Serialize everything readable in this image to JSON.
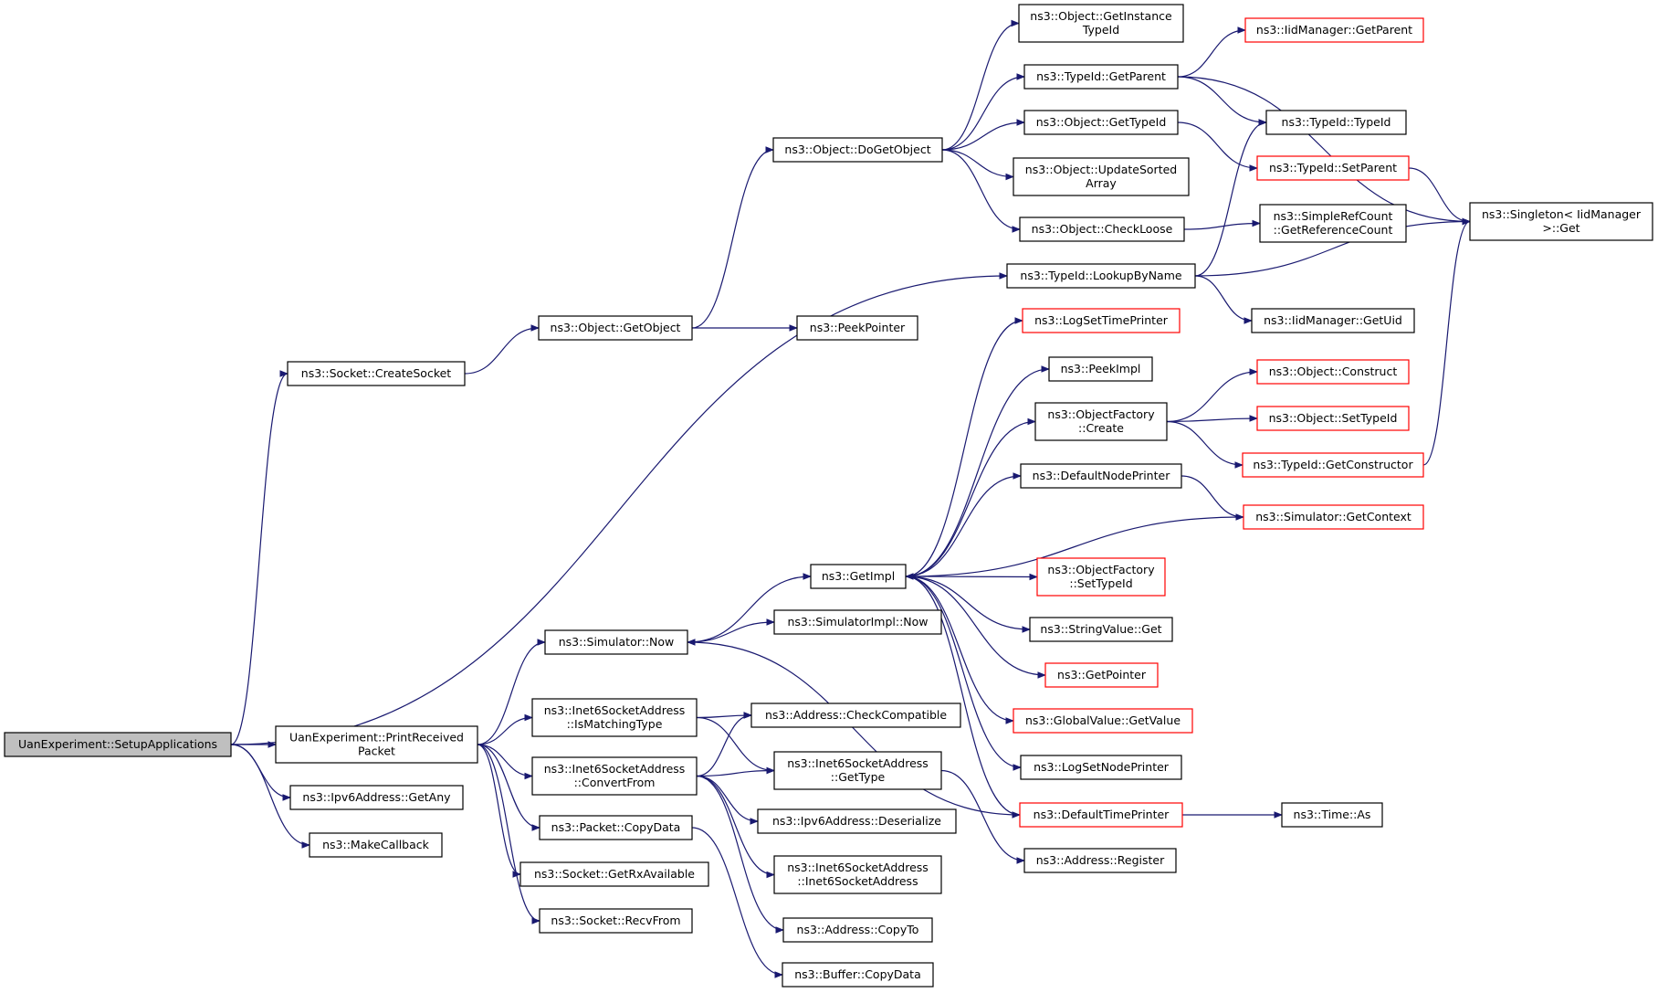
{
  "colors": {
    "edge": "#191970",
    "node_border": "#000000",
    "node_border_truncated": "#ff0000",
    "root_fill": "#bfbfbf",
    "node_fill": "#ffffff"
  },
  "nodes": [
    {
      "id": "root",
      "lines": [
        "UanExperiment::SetupApplications"
      ],
      "root": true
    },
    {
      "id": "createSocket",
      "lines": [
        "ns3::Socket::CreateSocket"
      ]
    },
    {
      "id": "getObject",
      "lines": [
        "ns3::Object::GetObject"
      ]
    },
    {
      "id": "peekPointer",
      "lines": [
        "ns3::PeekPointer"
      ]
    },
    {
      "id": "doGetObject",
      "lines": [
        "ns3::Object::DoGetObject"
      ]
    },
    {
      "id": "getInstanceTypeId",
      "lines": [
        "ns3::Object::GetInstance",
        "TypeId"
      ]
    },
    {
      "id": "typeIdGetParent",
      "lines": [
        "ns3::TypeId::GetParent"
      ]
    },
    {
      "id": "iidGetParent",
      "lines": [
        "ns3::IidManager::GetParent"
      ],
      "truncated": true
    },
    {
      "id": "getTypeId",
      "lines": [
        "ns3::Object::GetTypeId"
      ]
    },
    {
      "id": "typeIdTypeId",
      "lines": [
        "ns3::TypeId::TypeId"
      ]
    },
    {
      "id": "setParent",
      "lines": [
        "ns3::TypeId::SetParent"
      ],
      "truncated": true
    },
    {
      "id": "updateSorted",
      "lines": [
        "ns3::Object::UpdateSorted",
        "Array"
      ]
    },
    {
      "id": "checkLoose",
      "lines": [
        "ns3::Object::CheckLoose"
      ]
    },
    {
      "id": "getRefCount",
      "lines": [
        "ns3::SimpleRefCount",
        "::GetReferenceCount"
      ]
    },
    {
      "id": "singletonGet",
      "lines": [
        "ns3::Singleton< IidManager",
        ">::Get"
      ]
    },
    {
      "id": "lookupByName",
      "lines": [
        "ns3::TypeId::LookupByName"
      ]
    },
    {
      "id": "getUid",
      "lines": [
        "ns3::IidManager::GetUid"
      ]
    },
    {
      "id": "logSetTimePrinter",
      "lines": [
        "ns3::LogSetTimePrinter"
      ],
      "truncated": true
    },
    {
      "id": "peekImpl",
      "lines": [
        "ns3::PeekImpl"
      ]
    },
    {
      "id": "objFactoryCreate",
      "lines": [
        "ns3::ObjectFactory",
        "::Create"
      ]
    },
    {
      "id": "construct",
      "lines": [
        "ns3::Object::Construct"
      ],
      "truncated": true
    },
    {
      "id": "setTypeIdObj",
      "lines": [
        "ns3::Object::SetTypeId"
      ],
      "truncated": true
    },
    {
      "id": "getConstructor",
      "lines": [
        "ns3::TypeId::GetConstructor"
      ],
      "truncated": true
    },
    {
      "id": "defaultNodePrinter",
      "lines": [
        "ns3::DefaultNodePrinter"
      ]
    },
    {
      "id": "getContext",
      "lines": [
        "ns3::Simulator::GetContext"
      ],
      "truncated": true
    },
    {
      "id": "getImpl",
      "lines": [
        "ns3::GetImpl"
      ]
    },
    {
      "id": "objFactorySetTypeId",
      "lines": [
        "ns3::ObjectFactory",
        "::SetTypeId"
      ],
      "truncated": true
    },
    {
      "id": "stringValueGet",
      "lines": [
        "ns3::StringValue::Get"
      ]
    },
    {
      "id": "getPointer",
      "lines": [
        "ns3::GetPointer"
      ],
      "truncated": true
    },
    {
      "id": "globalValueGet",
      "lines": [
        "ns3::GlobalValue::GetValue"
      ],
      "truncated": true
    },
    {
      "id": "logSetNodePrinter",
      "lines": [
        "ns3::LogSetNodePrinter"
      ]
    },
    {
      "id": "defaultTimePrinter",
      "lines": [
        "ns3::DefaultTimePrinter"
      ],
      "truncated": true
    },
    {
      "id": "timeAs",
      "lines": [
        "ns3::Time::As"
      ]
    },
    {
      "id": "simNow",
      "lines": [
        "ns3::Simulator::Now"
      ]
    },
    {
      "id": "simImplNow",
      "lines": [
        "ns3::SimulatorImpl::Now"
      ]
    },
    {
      "id": "printReceived",
      "lines": [
        "UanExperiment::PrintReceived",
        "Packet"
      ]
    },
    {
      "id": "isMatchingType",
      "lines": [
        "ns3::Inet6SocketAddress",
        "::IsMatchingType"
      ]
    },
    {
      "id": "checkCompatible",
      "lines": [
        "ns3::Address::CheckCompatible"
      ]
    },
    {
      "id": "convertFrom",
      "lines": [
        "ns3::Inet6SocketAddress",
        "::ConvertFrom"
      ]
    },
    {
      "id": "inet6GetType",
      "lines": [
        "ns3::Inet6SocketAddress",
        "::GetType"
      ]
    },
    {
      "id": "deserialize",
      "lines": [
        "ns3::Ipv6Address::Deserialize"
      ]
    },
    {
      "id": "inet6Ctor",
      "lines": [
        "ns3::Inet6SocketAddress",
        "::Inet6SocketAddress"
      ]
    },
    {
      "id": "addrRegister",
      "lines": [
        "ns3::Address::Register"
      ]
    },
    {
      "id": "addrCopyTo",
      "lines": [
        "ns3::Address::CopyTo"
      ]
    },
    {
      "id": "bufferCopyData",
      "lines": [
        "ns3::Buffer::CopyData"
      ]
    },
    {
      "id": "packetCopyData",
      "lines": [
        "ns3::Packet::CopyData"
      ]
    },
    {
      "id": "getRxAvailable",
      "lines": [
        "ns3::Socket::GetRxAvailable"
      ]
    },
    {
      "id": "recvFrom",
      "lines": [
        "ns3::Socket::RecvFrom"
      ]
    },
    {
      "id": "ipv6GetAny",
      "lines": [
        "ns3::Ipv6Address::GetAny"
      ]
    },
    {
      "id": "makeCallback",
      "lines": [
        "ns3::MakeCallback"
      ]
    }
  ],
  "edges": [
    [
      "root",
      "createSocket"
    ],
    [
      "root",
      "lookupByName"
    ],
    [
      "root",
      "printReceived"
    ],
    [
      "root",
      "ipv6GetAny"
    ],
    [
      "root",
      "makeCallback"
    ],
    [
      "createSocket",
      "getObject"
    ],
    [
      "getObject",
      "doGetObject"
    ],
    [
      "getObject",
      "peekPointer"
    ],
    [
      "doGetObject",
      "getInstanceTypeId"
    ],
    [
      "doGetObject",
      "typeIdGetParent"
    ],
    [
      "doGetObject",
      "getTypeId"
    ],
    [
      "doGetObject",
      "updateSorted"
    ],
    [
      "doGetObject",
      "checkLoose"
    ],
    [
      "typeIdGetParent",
      "iidGetParent"
    ],
    [
      "typeIdGetParent",
      "typeIdTypeId"
    ],
    [
      "typeIdGetParent",
      "singletonGet"
    ],
    [
      "getTypeId",
      "setParent"
    ],
    [
      "setParent",
      "singletonGet"
    ],
    [
      "checkLoose",
      "getRefCount"
    ],
    [
      "lookupByName",
      "typeIdTypeId"
    ],
    [
      "lookupByName",
      "singletonGet"
    ],
    [
      "lookupByName",
      "getUid"
    ],
    [
      "getImpl",
      "logSetTimePrinter"
    ],
    [
      "getImpl",
      "peekImpl"
    ],
    [
      "getImpl",
      "objFactoryCreate"
    ],
    [
      "getImpl",
      "defaultNodePrinter"
    ],
    [
      "getImpl",
      "objFactorySetTypeId"
    ],
    [
      "getImpl",
      "stringValueGet"
    ],
    [
      "getImpl",
      "getPointer"
    ],
    [
      "getImpl",
      "globalValueGet"
    ],
    [
      "getImpl",
      "logSetNodePrinter"
    ],
    [
      "getImpl",
      "defaultTimePrinter"
    ],
    [
      "objFactoryCreate",
      "construct"
    ],
    [
      "objFactoryCreate",
      "setTypeIdObj"
    ],
    [
      "objFactoryCreate",
      "getConstructor"
    ],
    [
      "getConstructor",
      "singletonGet"
    ],
    [
      "defaultNodePrinter",
      "getContext"
    ],
    [
      "getContext",
      "getImpl"
    ],
    [
      "defaultTimePrinter",
      "timeAs"
    ],
    [
      "defaultTimePrinter",
      "simNow"
    ],
    [
      "simNow",
      "getImpl"
    ],
    [
      "simNow",
      "simImplNow"
    ],
    [
      "printReceived",
      "simNow"
    ],
    [
      "printReceived",
      "isMatchingType"
    ],
    [
      "printReceived",
      "convertFrom"
    ],
    [
      "printReceived",
      "packetCopyData"
    ],
    [
      "printReceived",
      "getRxAvailable"
    ],
    [
      "printReceived",
      "recvFrom"
    ],
    [
      "isMatchingType",
      "checkCompatible"
    ],
    [
      "isMatchingType",
      "inet6GetType"
    ],
    [
      "convertFrom",
      "checkCompatible"
    ],
    [
      "convertFrom",
      "inet6GetType"
    ],
    [
      "convertFrom",
      "deserialize"
    ],
    [
      "convertFrom",
      "inet6Ctor"
    ],
    [
      "convertFrom",
      "addrCopyTo"
    ],
    [
      "inet6GetType",
      "addrRegister"
    ],
    [
      "packetCopyData",
      "bufferCopyData"
    ]
  ]
}
